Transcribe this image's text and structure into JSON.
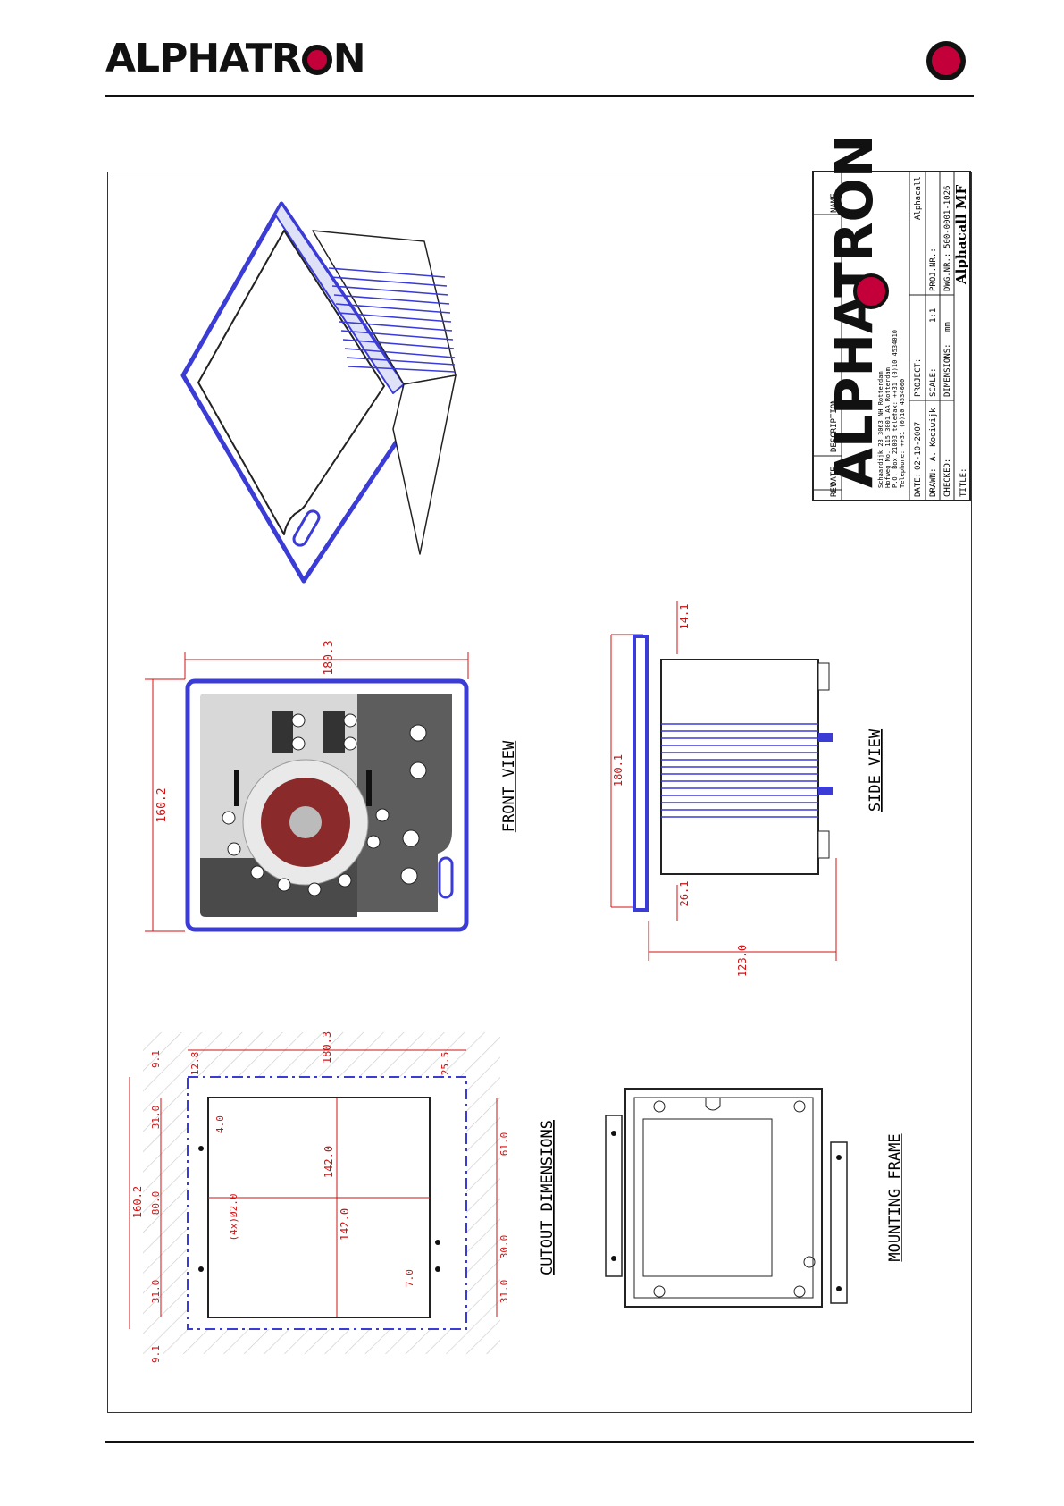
{
  "header": {
    "brand": "ALPHATRON"
  },
  "title_block": {
    "rev": "REV",
    "date_col": "DATE",
    "description": "DESCRIPTION",
    "name": "NAME",
    "brand": "ALPHATRON",
    "address1": "Schaardijk 23   3063 NH  Rotterdam",
    "address2": "Hofweg No. 115   3001  AA  Rotterdam",
    "address3": "P.O. Box 21003   telefax: ++31 (0)10 4534010",
    "address4": "Telephone: ++31 (0)10 4534000",
    "date_label": "DATE:",
    "date_value": "02-10-2007",
    "project_label": "PROJECT:",
    "project_value": "Alphacall",
    "drawn_label": "DRAWN:",
    "drawn_value": "A. Kooiwijk",
    "scale_label": "SCALE:",
    "scale_value": "1:1",
    "projnr_label": "PROJ.NR.:",
    "checked_label": "CHECKED:",
    "dimensions_label": "DIMENSIONS:",
    "dimensions_value": "mm",
    "dwgnr_label": "DWG.NR.:",
    "dwgnr_value": "500-0001-1026",
    "title_label": "TITLE:",
    "title_value": "Alphacall MF"
  },
  "views": {
    "front": "FRONT VIEW",
    "side": "SIDE VIEW",
    "cutout": "CUTOUT DIMENSIONS",
    "mounting": "MOUNTING FRAME"
  },
  "dims": {
    "front_width": "180.3",
    "front_height": "160.2",
    "side_height": "180.1",
    "side_top": "14.1",
    "side_bottom": "26.1",
    "side_depth": "123.0",
    "cut_height": "160.2",
    "cut_width": "180.3",
    "cut_inner_w": "142.0",
    "cut_inner_h": "142.0",
    "cut_91a": "9.1",
    "cut_91b": "9.1",
    "cut_128": "12.8",
    "cut_255": "25.5",
    "cut_310a": "31.0",
    "cut_800": "80.0",
    "cut_310b": "31.0",
    "cut_40": "4.0",
    "cut_holes": "(4x)Ø2.0",
    "cut_70": "7.0",
    "cut_310c": "31.0",
    "cut_300": "30.0",
    "cut_610": "61.0"
  },
  "colors": {
    "line": "#222222",
    "dim": "#d11111",
    "accent": "#c4003a",
    "blue": "#3b3bd6"
  }
}
